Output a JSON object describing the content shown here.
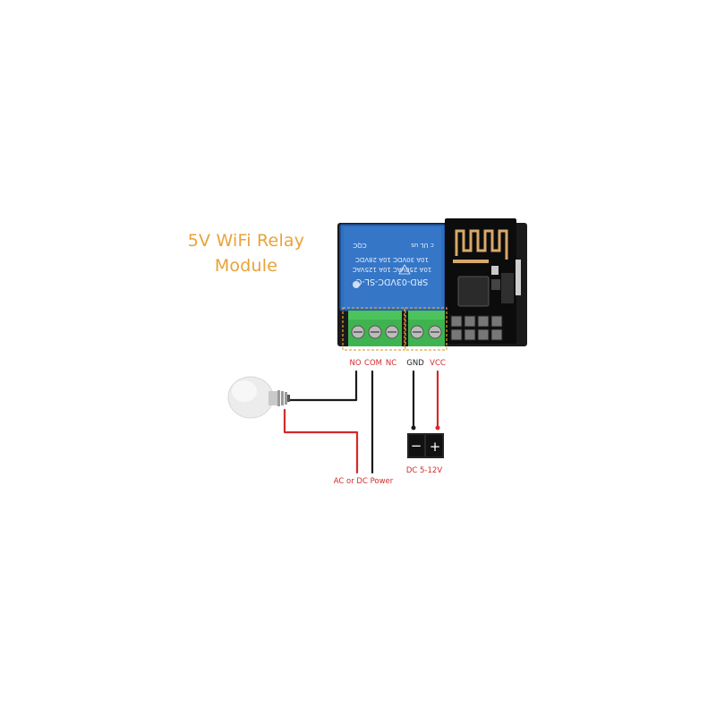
{
  "title": {
    "line1": "5V WiFi Relay",
    "line2": "Module"
  },
  "relay": {
    "line1": "SRD-03VDC-SL-C",
    "line2": "10A 250VAC   10A 125VAC",
    "line3": "10A  30VDC   10A  28VDC",
    "cert_cqc": "CQC",
    "cert_ul": "c UL us"
  },
  "terminals": {
    "no": "NO",
    "com": "COM",
    "nc": "NC",
    "gnd": "GND",
    "vcc": "VCC"
  },
  "supply": {
    "minus": "−",
    "plus": "+",
    "label": "DC 5-12V"
  },
  "load_power_label": "AC or DC Power",
  "colors": {
    "title": "#e8a33a",
    "relay_blue": "#2f6fc0",
    "terminal_green": "#3fb34f",
    "pcb_black": "#111111",
    "wire_red": "#d42a2a",
    "wire_black": "#1a1a1a",
    "dashed_outline": "#e8a33a"
  },
  "icons": [
    "light-bulb-icon",
    "battery-icon",
    "wifi-antenna-icon"
  ]
}
